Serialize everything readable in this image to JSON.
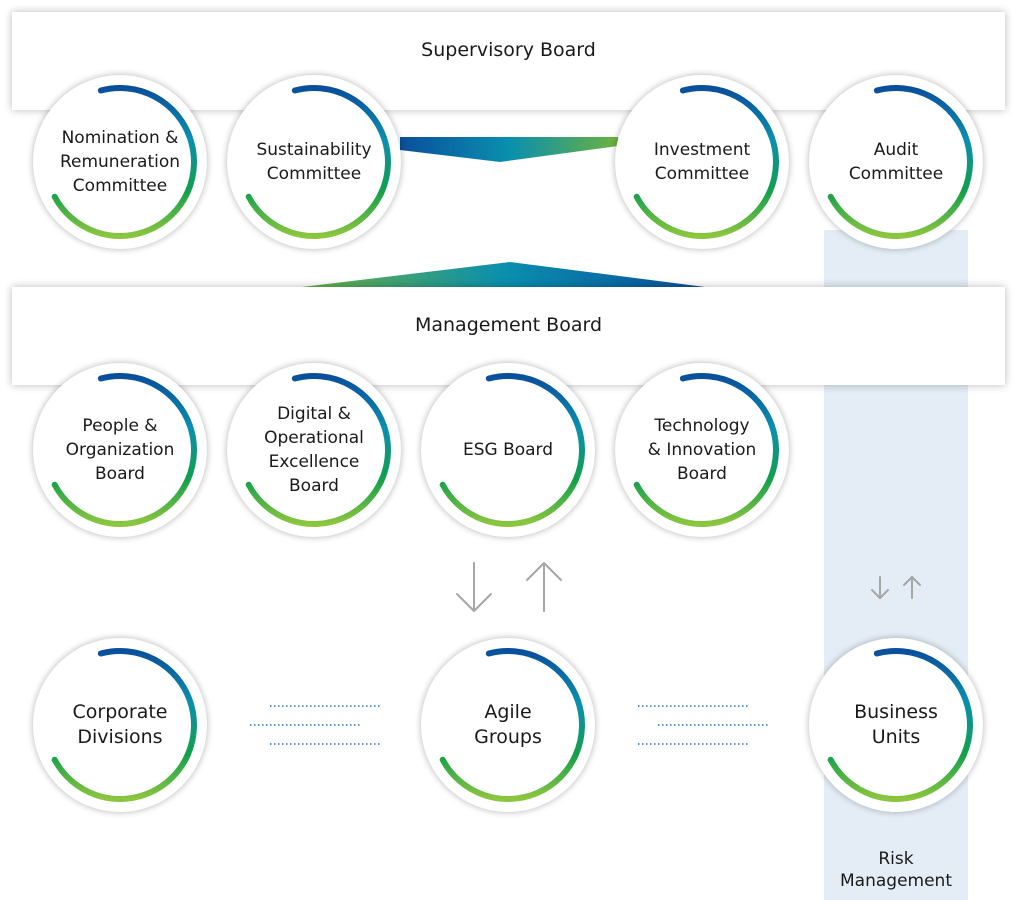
{
  "supervisory_board": {
    "title": "Supervisory Board",
    "committees": [
      {
        "id": "nomination",
        "label": "Nomination &\nRemuneration\nCommittee"
      },
      {
        "id": "sustainability",
        "label": "Sustainability\nCommittee"
      },
      {
        "id": "investment",
        "label": "Investment\nCommittee"
      },
      {
        "id": "audit",
        "label": "Audit\nCommittee"
      }
    ]
  },
  "management_board": {
    "title": "Management Board",
    "boards": [
      {
        "id": "people",
        "label": "People &\nOrganization\nBoard"
      },
      {
        "id": "digital",
        "label": "Digital &\nOperational\nExcellence\nBoard"
      },
      {
        "id": "esg",
        "label": "ESG Board"
      },
      {
        "id": "technology",
        "label": "Technology\n& Innovation\nBoard"
      }
    ]
  },
  "operating_units": [
    {
      "id": "corporate",
      "label": "Corporate\nDivisions"
    },
    {
      "id": "agile",
      "label": "Agile\nGroups"
    },
    {
      "id": "business",
      "label": "Business\nUnits"
    }
  ],
  "risk_management": {
    "label": "Risk\nManagement"
  },
  "colors": {
    "ring_blue": "#0a4f9c",
    "ring_teal": "#0a8fae",
    "ring_green": "#12a04a",
    "ring_light_green": "#8cc63f",
    "risk_column": "#e4edf6",
    "arrow_gray": "#a6a6a6",
    "dotted_line": "#2f6db5"
  }
}
